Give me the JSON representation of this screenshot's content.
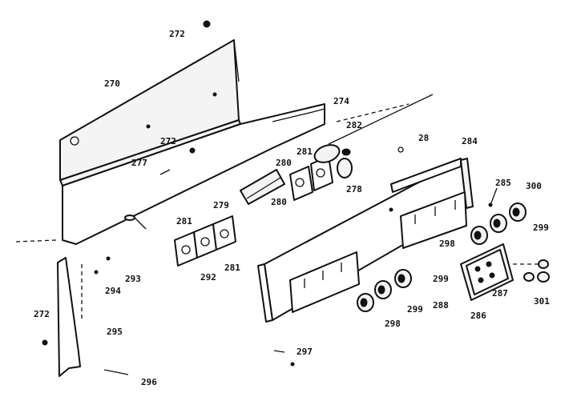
{
  "callouts": {
    "p270": "270",
    "p272a": "272",
    "p272b": "272",
    "p272c": "272",
    "p274": "274",
    "p277": "277",
    "p278": "278",
    "p279": "279",
    "p280a": "280",
    "p280b": "280",
    "p281a": "281",
    "p281b": "281",
    "p281c": "281",
    "p282": "282",
    "p28": "28",
    "p284": "284",
    "p285": "285",
    "p286": "286",
    "p287": "287",
    "p288": "288",
    "p292": "292",
    "p293": "293",
    "p294": "294",
    "p295": "295",
    "p296": "296",
    "p297": "297",
    "p298a": "298",
    "p298b": "298",
    "p299a": "299",
    "p299b": "299",
    "p299c": "299",
    "p300": "300",
    "p301": "301"
  }
}
